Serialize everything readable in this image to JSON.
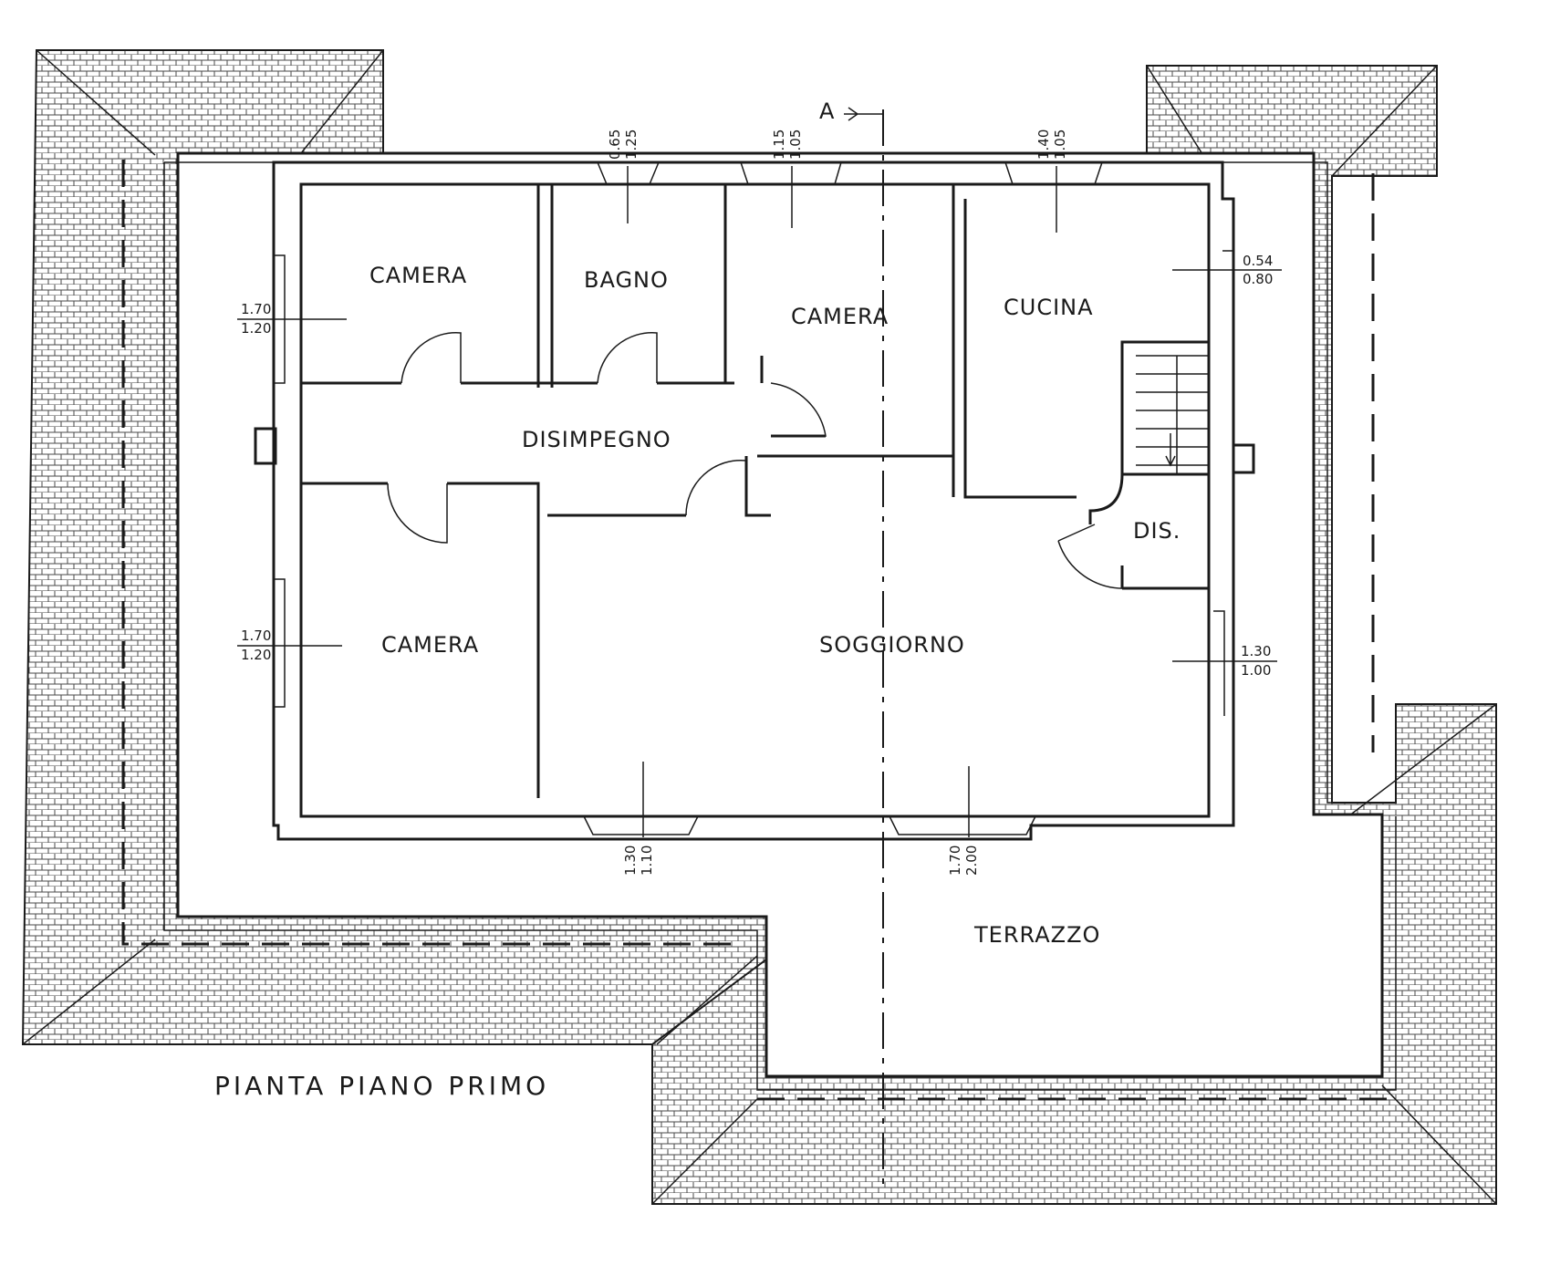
{
  "rooms": {
    "camera_1": "CAMERA",
    "bagno": "BAGNO",
    "camera_2": "CAMERA",
    "cucina": "CUCINA",
    "disimpegno": "DISIMPEGNO",
    "dis": "DIS.",
    "camera_3": "CAMERA",
    "soggiorno": "SOGGIORNO",
    "terrazzo": "TERRAZZO"
  },
  "section_marker": "A",
  "title": "PIANTA PIANO PRIMO",
  "openings": {
    "top_bagno": {
      "a": "0.65",
      "b": "1.25"
    },
    "top_camera": {
      "a": "1.15",
      "b": "1.05"
    },
    "top_cucina": {
      "a": "1.40",
      "b": "1.05"
    },
    "right_cucina": {
      "a": "0.54",
      "b": "0.80"
    },
    "left_camera_1": {
      "a": "1.70",
      "b": "1.20"
    },
    "left_camera_3": {
      "a": "1.70",
      "b": "1.20"
    },
    "right_soggiorno": {
      "a": "1.30",
      "b": "1.00"
    },
    "bottom_left": {
      "a": "1.30",
      "b": "1.10"
    },
    "bottom_right": {
      "a": "1.70",
      "b": "2.00"
    }
  }
}
